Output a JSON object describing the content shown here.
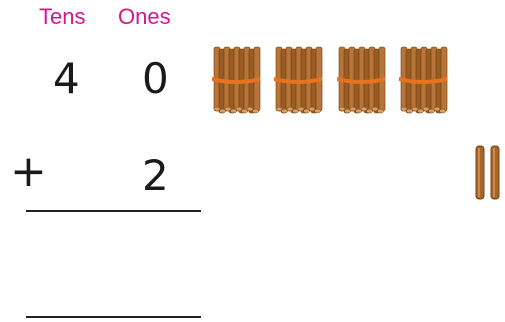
{
  "header": {
    "tens_label": "Tens",
    "ones_label": "Ones"
  },
  "addend_one": {
    "tens_digit": "4",
    "ones_digit": "0"
  },
  "addend_two": {
    "ones_digit": "2"
  },
  "operator": "+",
  "blocks": {
    "bundles_of_ten": 4,
    "single_sticks": 2
  },
  "colors": {
    "header": "#d6168c",
    "stick": "#a5662a",
    "band": "#e8731f"
  }
}
